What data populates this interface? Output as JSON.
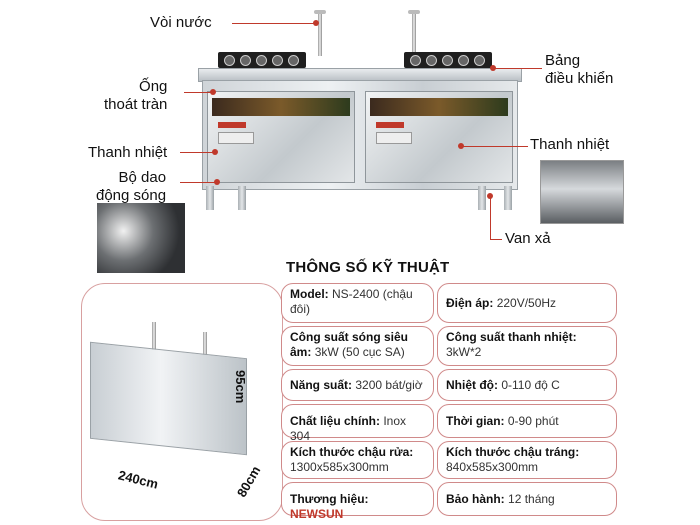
{
  "callouts": {
    "voi_nuoc": "Vòi nước",
    "bang_dieu_khien_1": "Bảng",
    "bang_dieu_khien_2": "điều khiển",
    "ong_thoat_tran_1": "Ống",
    "ong_thoat_tran_2": "thoát tràn",
    "thanh_nhiet_left": "Thanh nhiệt",
    "thanh_nhiet_right": "Thanh nhiệt",
    "bo_dao_1": "Bộ dao",
    "bo_dao_2": "động sóng",
    "van_xa": "Van xả"
  },
  "dimensions": {
    "width": "240cm",
    "height": "95cm",
    "depth": "80cm"
  },
  "spec": {
    "title": "THÔNG SỐ KỸ THUẬT",
    "rows": [
      {
        "left_label": "Model:",
        "left_value": "NS-2400 (chậu đôi)",
        "right_label": "Điện áp:",
        "right_value": "220V/50Hz"
      },
      {
        "left_label": "Công suất sóng siêu âm:",
        "left_value": "3kW (50 cục SA)",
        "right_label": "Công suất thanh nhiệt:",
        "right_value": "3kW*2"
      },
      {
        "left_label": "Năng suất:",
        "left_value": "3200 bát/giờ",
        "right_label": "Nhiệt độ:",
        "right_value": "0-110 độ C"
      },
      {
        "left_label": "Chất liệu chính:",
        "left_value": "Inox 304",
        "right_label": "Thời gian:",
        "right_value": "0-90 phút"
      },
      {
        "left_label": "Kích thước chậu rửa:",
        "left_value": "1300x585x300mm",
        "right_label": "Kích thước chậu tráng:",
        "right_value": "840x585x300mm"
      },
      {
        "left_label": "Thương hiệu:",
        "left_value": "NEWSUN",
        "right_label": "Bảo hành:",
        "right_value": "12 tháng"
      }
    ]
  }
}
